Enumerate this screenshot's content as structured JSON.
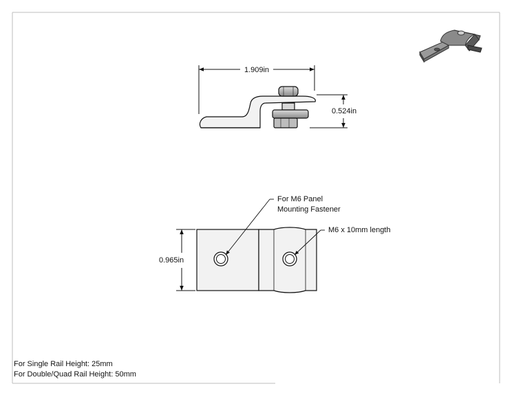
{
  "dimensions": {
    "width_label": "1.909in",
    "height_label": "0.524in",
    "depth_label": "0.965in"
  },
  "callouts": {
    "panel_fastener_line1": "For M6 Panel",
    "panel_fastener_line2": "Mounting Fastener",
    "bolt_length": "M6 x 10mm length"
  },
  "notes": {
    "single_rail": "For Single Rail Height: 25mm",
    "double_quad_rail": "For Double/Quad Rail Height: 50mm"
  },
  "colors": {
    "part_fill": "#f2f2f2",
    "iso_part": "#707070"
  }
}
